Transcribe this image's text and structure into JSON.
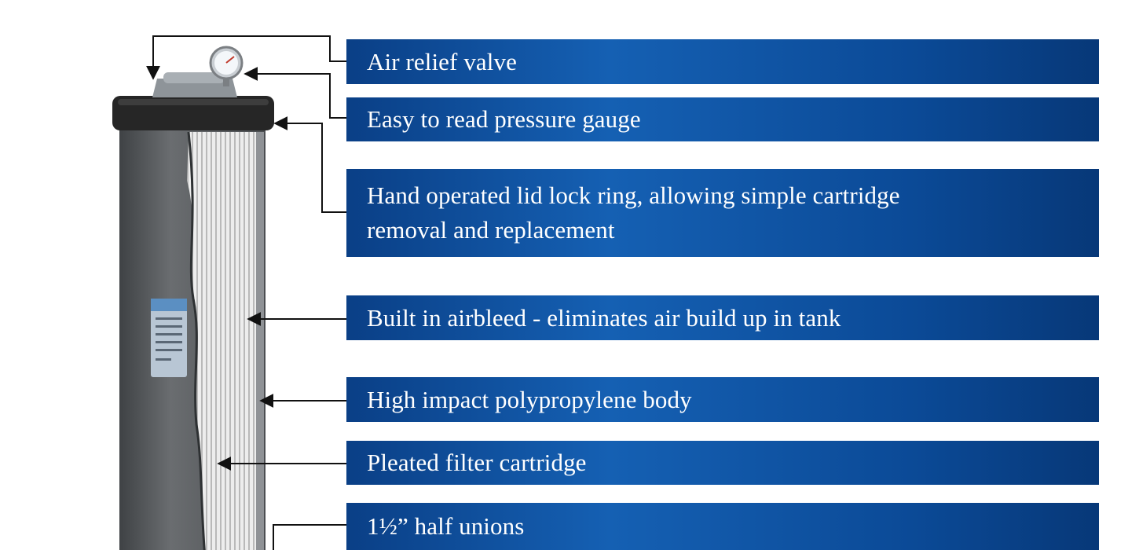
{
  "features": [
    {
      "label": "Air relief valve"
    },
    {
      "label": "Easy to read pressure gauge"
    },
    {
      "label": "Hand operated lid lock ring, allowing simple cartridge",
      "label2": "removal and replacement"
    },
    {
      "label": "Built in airbleed - eliminates air build up in tank"
    },
    {
      "label": "High impact polypropylene body"
    },
    {
      "label": "Pleated filter cartridge"
    },
    {
      "label": "1½” half unions"
    }
  ],
  "colors": {
    "band_dark": "#073878",
    "band_mid": "#1560b3",
    "band_text": "#ffffff",
    "housing": "#5d6063",
    "lid": "#2b2b2b",
    "pleat": "#dcdcdc",
    "leader": "#111111"
  }
}
